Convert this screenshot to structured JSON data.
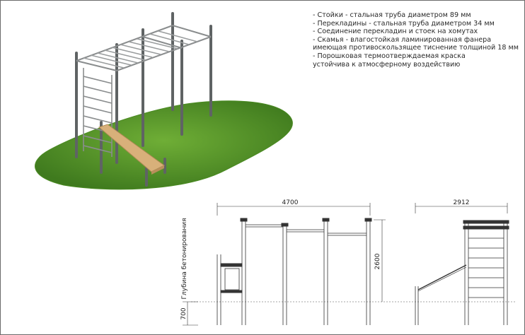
{
  "specs": [
    "- Стойки - стальная труба диаметром 89 мм",
    "- Перекладины - стальная труба диаметром 34 мм",
    "- Соединение перекладин и стоек на хомутах",
    "- Скамья - влагостойкая ламинированная фанера",
    "имеющая противоскользящее тиснение толщиной 18 мм",
    "- Порошковая термоотверждаемая краска",
    "устойчива к атмосферному воздействию"
  ],
  "dimensions": {
    "width_front": "4700",
    "width_side": "2912",
    "height": "2600",
    "depth": "700",
    "concrete_label": "Глубина бетонирования"
  },
  "colors": {
    "grass": "#5e9a2c",
    "grass_dark": "#3f7a1e",
    "pipe": "#6c6f70",
    "bench": "#d8b07a"
  }
}
